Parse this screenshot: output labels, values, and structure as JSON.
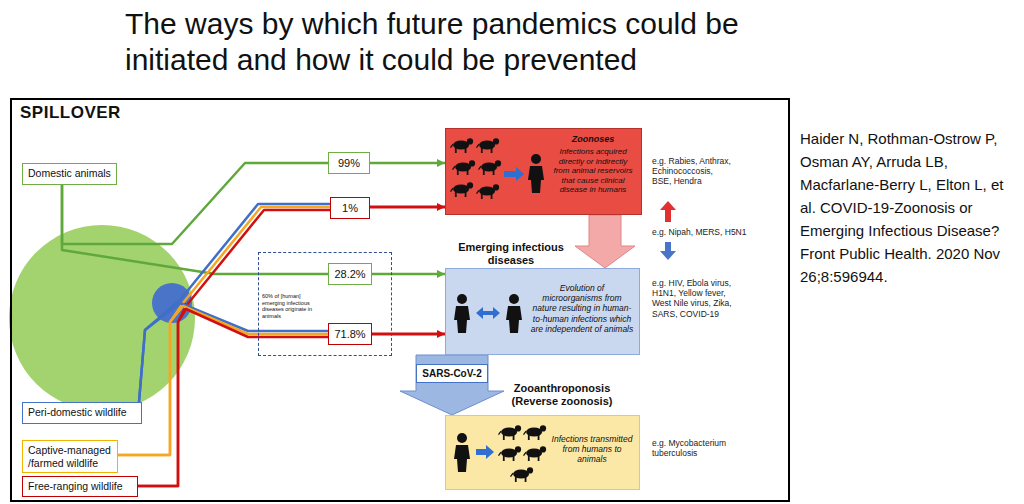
{
  "diagram": {
    "title": "The ways by which future pandemics could be initiated and how it could be prevented",
    "nodes": [
      {
        "text": [
          "SPILLOVER"
        ]
      },
      {
        "text": [
          "Domestic animals"
        ],
        "in": 0
      },
      {
        "text": [
          "99%"
        ],
        "in": 0
      },
      {
        "text": [
          "1%"
        ],
        "in": 0
      },
      {
        "text": [
          "Zoonoses",
          "Infections acquired directly or indirectly from animal reservoirs that cause clinical disease in humans"
        ],
        "in": 0
      },
      {
        "text": [
          "60% of [human] emerging infectious diseases originate in animals"
        ],
        "in": 0
      },
      {
        "text": [
          "28.2%"
        ],
        "in": 5
      },
      {
        "text": [
          "71.8%"
        ],
        "in": 5
      },
      {
        "text": [
          "Emerging infectious diseases",
          "Evolution of microorganisms from nature resulting in human-to-human infections which are independent of animals"
        ],
        "in": 0
      },
      {
        "text": [
          "Zooanthroponosis (Reverse zoonosis)",
          "Infections transmitted from humans to animals"
        ],
        "in": 0
      },
      {
        "text": [
          "Peri-domestic wildlife"
        ],
        "in": 0
      },
      {
        "text": [
          "Captive-managed /farmed wildlife"
        ],
        "in": 0
      },
      {
        "text": [
          "Free-ranging wildlife"
        ],
        "in": 0
      }
    ],
    "edges": [
      {
        "from": 1,
        "to": 2,
        "arrow": "none"
      },
      {
        "from": 1,
        "to": 6,
        "arrow": "none"
      },
      {
        "from": 10,
        "to": 3,
        "arrow": "none"
      },
      {
        "from": 11,
        "to": 3,
        "arrow": "none"
      },
      {
        "from": 12,
        "to": 3,
        "arrow": "none"
      },
      {
        "from": 10,
        "to": 7,
        "arrow": "none"
      },
      {
        "from": 11,
        "to": 7,
        "arrow": "none"
      },
      {
        "from": 12,
        "to": 7,
        "arrow": "none"
      },
      {
        "from": 2,
        "to": 4,
        "arrow": "to"
      },
      {
        "from": 3,
        "to": 4,
        "arrow": "to"
      },
      {
        "from": 6,
        "to": 8,
        "arrow": "to"
      },
      {
        "from": 7,
        "to": 8,
        "arrow": "to"
      },
      {
        "from": 4,
        "to": 8,
        "arrow": "to"
      },
      {
        "from": 8,
        "to": 9,
        "label": "SARS-CoV-2",
        "arrow": "to"
      }
    ],
    "labels": [
      "e.g. Rabies, Anthrax, Echinococcosis, BSE, Hendra",
      "e.g. Nipah, MERS, H5N1",
      "e.g. HIV, Ebola virus, H1N1, Yellow fever, West Nile virus, Zika, SARS, COVID-19",
      "e.g. Mycobacterium tuberculosis",
      "Haider N, Rothman-Ostrow P, Osman AY, Arruda LB, Macfarlane-Berry L, Elton L, et al. COVID-19-Zoonosis or Emerging Infectious Disease? Front Public Health. 2020 Nov 26;8:596944."
    ]
  }
}
